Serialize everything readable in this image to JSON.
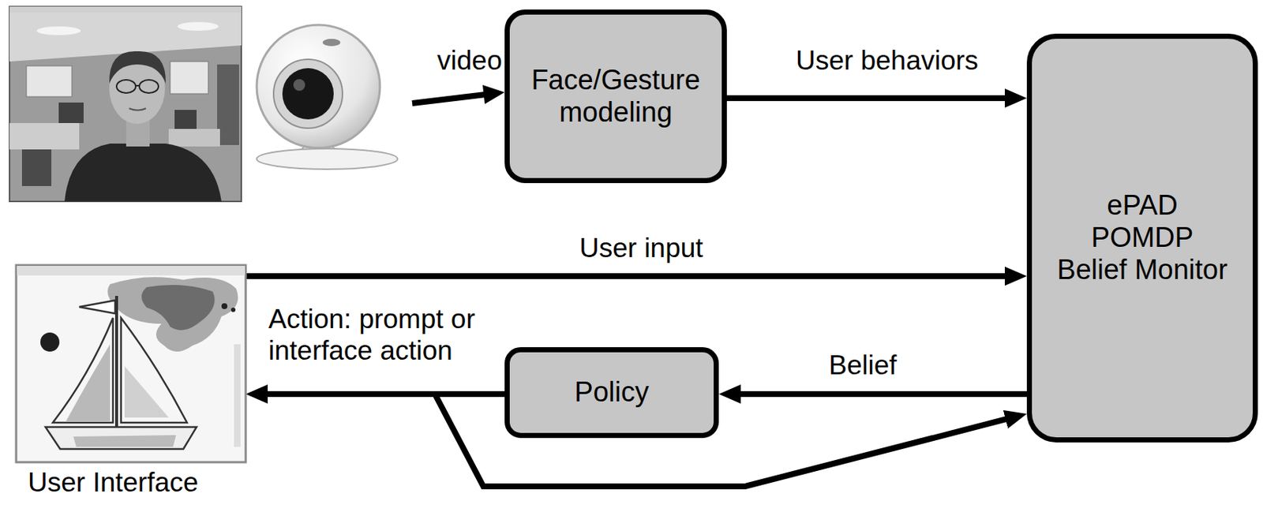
{
  "diagram": {
    "nodes": [
      {
        "text": [
          "Face/Gesture modeling"
        ]
      },
      {
        "text": [
          "ePAD POMDP Belief Monitor"
        ]
      },
      {
        "text": [
          "User Interface"
        ]
      },
      {
        "text": [
          "Policy"
        ]
      }
    ],
    "edges": [
      {
        "from": 0,
        "to": 1,
        "label": "User behaviors",
        "arrow": "to"
      },
      {
        "from": 2,
        "to": 1,
        "label": "User input",
        "arrow": "to"
      },
      {
        "from": 1,
        "to": 3,
        "label": "Belief",
        "arrow": "to"
      },
      {
        "from": 3,
        "to": 2,
        "label": "Action: prompt or interface action",
        "arrow": "to"
      },
      {
        "from": 3,
        "to": 1,
        "arrow": "to"
      }
    ],
    "labels": [
      "video"
    ]
  }
}
